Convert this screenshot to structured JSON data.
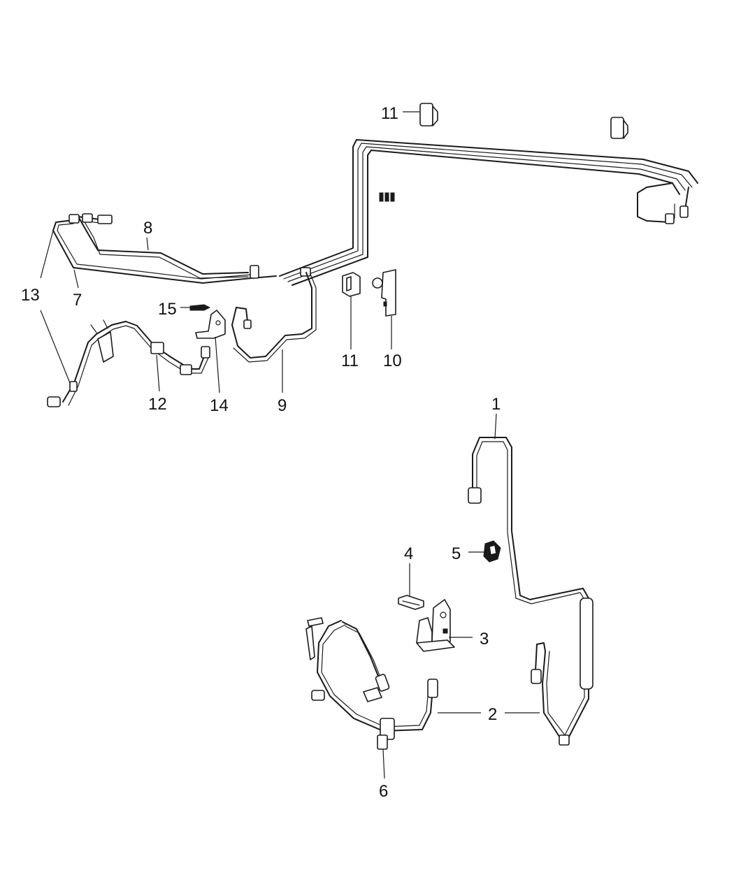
{
  "callouts": {
    "c1": "1",
    "c2": "2",
    "c3": "3",
    "c4": "4",
    "c5": "5",
    "c6": "6",
    "c7": "7",
    "c8": "8",
    "c9": "9",
    "c10": "10",
    "c11_top": "11",
    "c11_mid": "11",
    "c12": "12",
    "c13": "13",
    "c14": "14",
    "c15": "15"
  },
  "colors": {
    "line": "#1a1a1a",
    "background": "#ffffff"
  }
}
